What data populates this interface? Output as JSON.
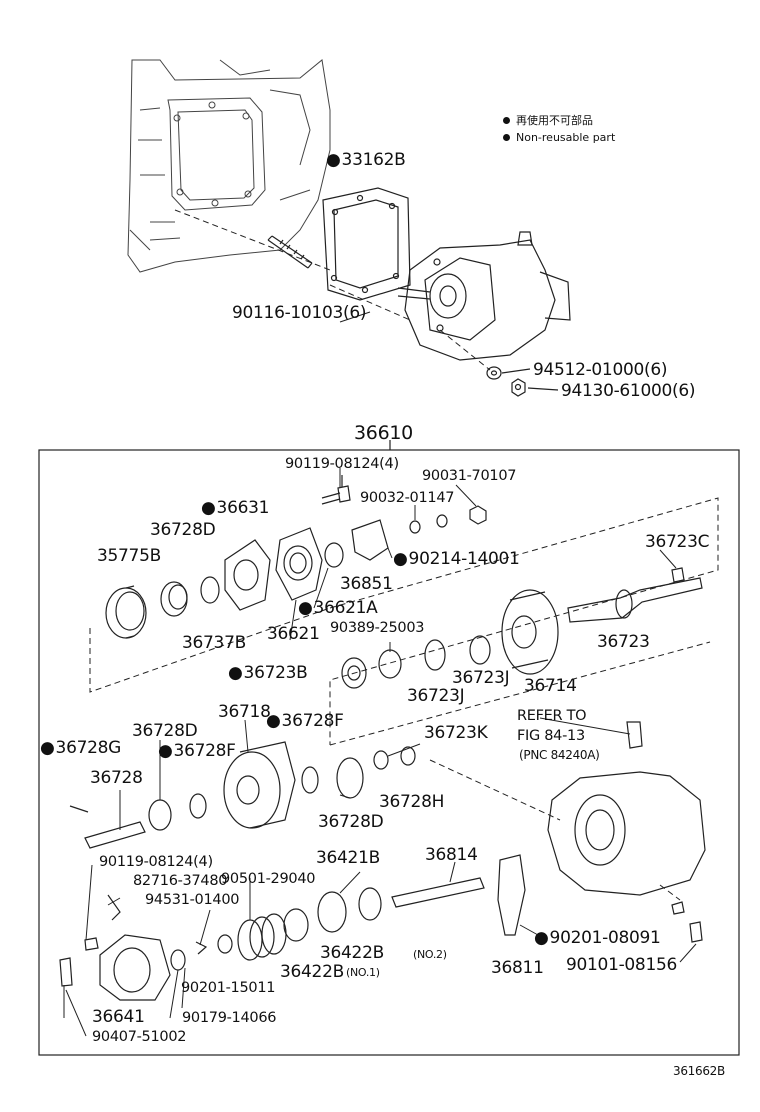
{
  "legend": {
    "jp": "再使用不可部品",
    "en": "Non-reusable part"
  },
  "top_labels": {
    "gasket": "33162B",
    "stud": "90116-10103(6)",
    "washer": "94512-01000(6)",
    "nut": "94130-61000(6)"
  },
  "assembly": {
    "number": "36610"
  },
  "parts": {
    "p90119a": "90119-08124(4)",
    "p90031": "90031-70107",
    "p90032": "90032-01147",
    "p36631": "36631",
    "p36728D_a": "36728D",
    "p35775B": "35775B",
    "p90214": "90214-14001",
    "p36723C": "36723C",
    "p36851": "36851",
    "p36621A": "36621A",
    "p36737B": "36737B",
    "p36621": "36621",
    "p90389": "90389-25003",
    "p36723": "36723",
    "p36723B": "36723B",
    "p36723J_a": "36723J",
    "p36723J_b": "36723J",
    "p36714": "36714",
    "p36718": "36718",
    "p36728F_a": "36728F",
    "p36728D_b": "36728D",
    "p36728G": "36728G",
    "p36728F_b": "36728F",
    "p36723K": "36723K",
    "p36728": "36728",
    "p36728H": "36728H",
    "p36728D_c": "36728D",
    "p90119b": "90119-08124(4)",
    "p36421B": "36421B",
    "p36814": "36814",
    "p82716": "82716-37480",
    "p90501": "90501-29040",
    "p94531": "94531-01400",
    "p36422B_2": "36422B",
    "p36422B_2_note": "(NO.2)",
    "p36422B_1": "36422B",
    "p36422B_1_note": "(NO.1)",
    "p90201a": "90201-08091",
    "p90101": "90101-08156",
    "p36811": "36811",
    "p90201b": "90201-15011",
    "p36641": "36641",
    "p90179": "90179-14066",
    "p90407": "90407-51002"
  },
  "refer": {
    "line1": "REFER TO",
    "line2": "FIG 84-13",
    "line3": "(PNC 84240A)"
  },
  "figure_id": "361662B"
}
